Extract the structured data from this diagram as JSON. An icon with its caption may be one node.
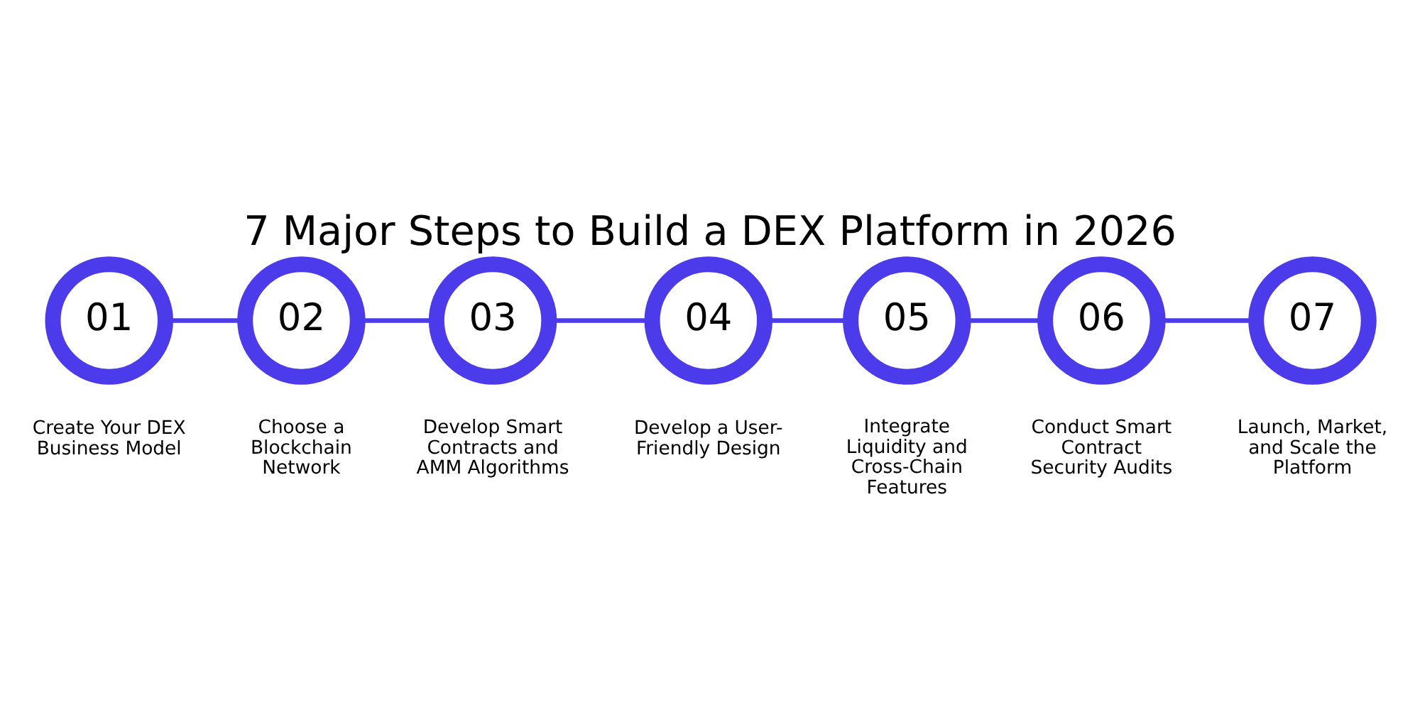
{
  "diagram": {
    "title": "7 Major Steps to Build a DEX Platform in 2026",
    "nodes": [
      {
        "text": [
          "01"
        ],
        "beside": [
          "Create Your DEX Business Model"
        ]
      },
      {
        "text": [
          "02"
        ],
        "beside": [
          "Choose a Blockchain Network"
        ]
      },
      {
        "text": [
          "03"
        ],
        "beside": [
          "Develop Smart Contracts and AMM Algorithms"
        ]
      },
      {
        "text": [
          "04"
        ],
        "beside": [
          "Develop a User-Friendly Design"
        ]
      },
      {
        "text": [
          "05"
        ],
        "beside": [
          "Integrate Liquidity and Cross-Chain Features"
        ]
      },
      {
        "text": [
          "06"
        ],
        "beside": [
          "Conduct Smart Contract Security Audits"
        ]
      },
      {
        "text": [
          "07"
        ],
        "beside": [
          "Launch, Market, and Scale the Platform"
        ]
      }
    ],
    "edges": [
      {
        "from": 0,
        "to": 1,
        "arrow": "none"
      },
      {
        "from": 1,
        "to": 2,
        "arrow": "none"
      },
      {
        "from": 2,
        "to": 3,
        "arrow": "none"
      },
      {
        "from": 3,
        "to": 4,
        "arrow": "none"
      },
      {
        "from": 4,
        "to": 5,
        "arrow": "none"
      },
      {
        "from": 5,
        "to": 6,
        "arrow": "none"
      }
    ]
  }
}
